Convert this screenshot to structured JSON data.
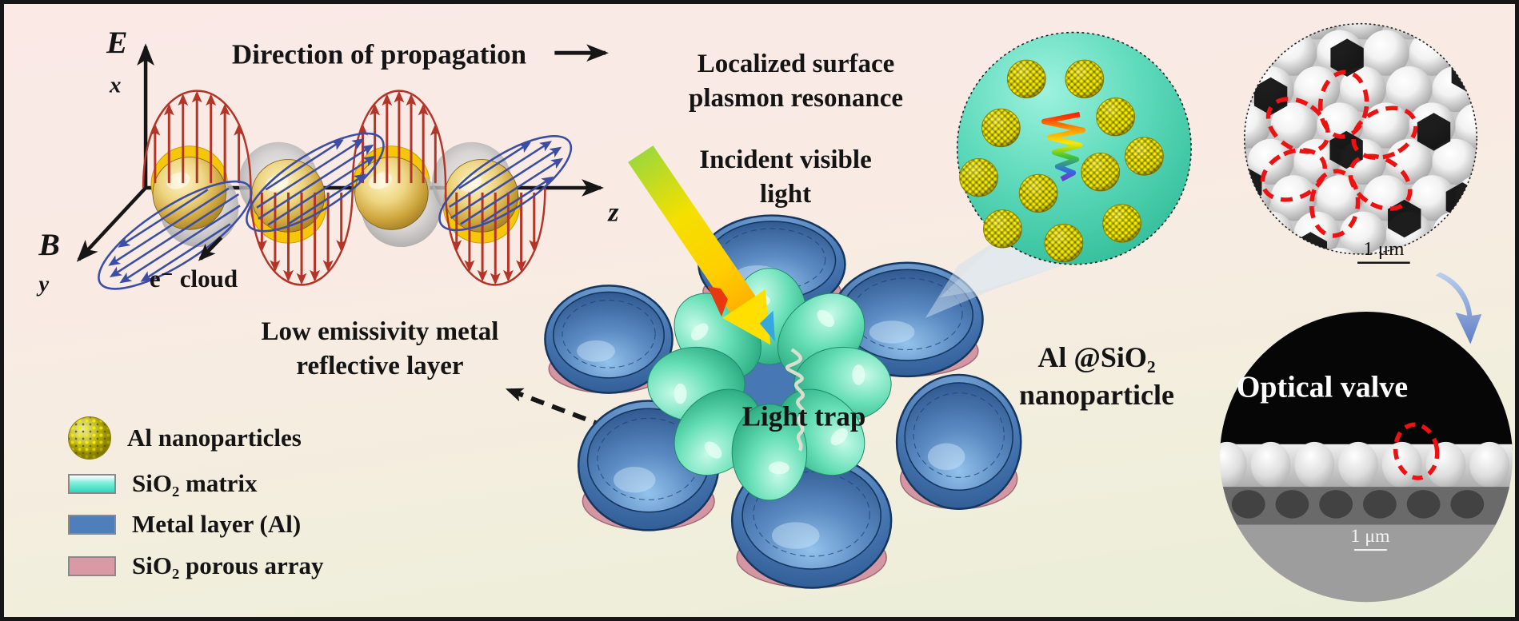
{
  "figure": {
    "axis_labels": {
      "e": "E",
      "x": "x",
      "b": "B",
      "y": "y",
      "z": "z"
    },
    "annotations": {
      "direction_of_propagation": "Direction of propagation",
      "electron_cloud": "e⁻ cloud",
      "plasmon_resonance_lines": [
        "Localized surface",
        "plasmon resonance"
      ],
      "incident_light_lines": [
        "Incident visible",
        "light"
      ],
      "low_emissivity_lines": [
        "Low emissivity metal",
        "reflective layer"
      ],
      "light_trap": "Light trap",
      "al_sio2_lines": [
        "Al @SiO₂",
        "nanoparticle"
      ],
      "optical_valve": "Optical valve",
      "scale_bar_top": "1 μm",
      "scale_bar_bottom": "1 μm"
    },
    "legend": {
      "items": [
        {
          "label": "Al nanoparticles",
          "swatch": "al-nanoparticle-sphere"
        },
        {
          "label": "SiO₂ matrix",
          "swatch": "teal-gradient"
        },
        {
          "label": "Metal layer (Al)",
          "swatch": "blue"
        },
        {
          "label": "SiO₂ porous array",
          "swatch": "pink"
        }
      ]
    },
    "colors": {
      "e_field_red": "#b43428",
      "b_field_blue": "#3b4da5",
      "gold_nanoparticle": "#d8b75a",
      "metal_layer_blue": "#4f7fba",
      "sio2_matrix_teal": "#45d2ae",
      "sio2_porous_pink": "#d99aa6",
      "al_nanoparticle_yellow": "#e8d800",
      "highlight_red": "#ee1111",
      "background_top": "#fbe9e6",
      "background_bottom": "#e9eed7"
    }
  }
}
